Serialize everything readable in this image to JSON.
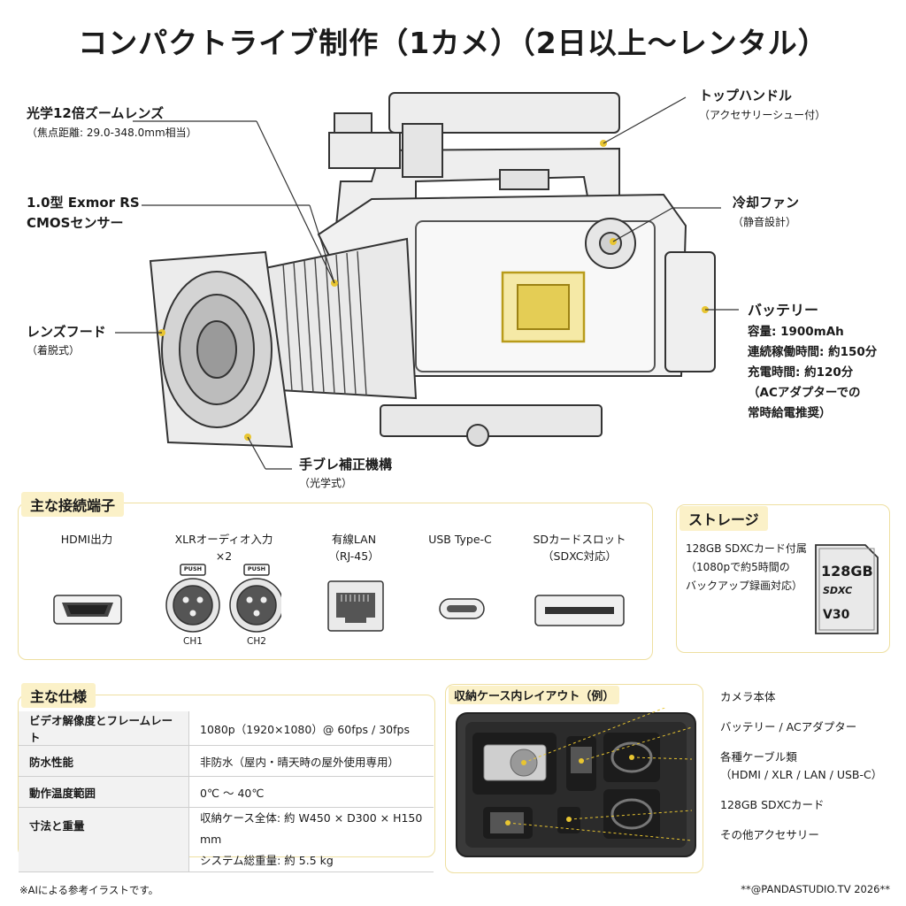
{
  "title": "コンパクトライブ制作（1カメ）（2日以上〜レンタル）",
  "callouts": {
    "zoom_lens": {
      "title": "光学12倍ズームレンズ",
      "sub": "（焦点距離: 29.0-348.0mm相当）"
    },
    "sensor": {
      "line1": "1.0型 Exmor RS",
      "line2": "CMOSセンサー"
    },
    "hood": {
      "title": "レンズフード",
      "sub": "（着脱式）"
    },
    "stabilizer": {
      "title": "手ブレ補正機構",
      "sub": "（光学式）"
    },
    "top_handle": {
      "title": "トップハンドル",
      "sub": "（アクセサリーシュー付）"
    },
    "fan": {
      "title": "冷却ファン",
      "sub": "（静音設計）"
    },
    "battery": {
      "title": "バッテリー",
      "lines": [
        "容量: 1900mAh",
        "連続稼働時間: 約150分",
        "充電時間: 約120分",
        "（ACアダプターでの",
        "常時給電推奨）"
      ]
    }
  },
  "ports": {
    "heading": "主な接続端子",
    "items": [
      {
        "line1": "HDMI出力",
        "line2": ""
      },
      {
        "line1": "XLRオーディオ入力",
        "line2": "×2"
      },
      {
        "line1": "有線LAN",
        "line2": "（RJ-45）"
      },
      {
        "line1": "USB Type-C",
        "line2": ""
      },
      {
        "line1": "SDカードスロット",
        "line2": "（SDXC対応）"
      }
    ],
    "xlr_push": "PUSH",
    "ch1": "CH1",
    "ch2": "CH2"
  },
  "storage": {
    "heading": "ストレージ",
    "lines": [
      "128GB SDXCカード付属",
      "（1080pで約5時間の",
      "バックアップ録画対応）"
    ],
    "card": {
      "capacity": "128GB",
      "logo": "SDXC",
      "class": "V30"
    }
  },
  "specs": {
    "heading": "主な仕様",
    "rows": [
      {
        "key": "ビデオ解像度とフレームレート",
        "value": "1080p（1920×1080）@ 60fps / 30fps"
      },
      {
        "key": "防水性能",
        "value": "非防水（屋内・晴天時の屋外使用専用）"
      },
      {
        "key": "動作温度範囲",
        "value": "0℃ 〜 40℃"
      },
      {
        "key": "寸法と重量",
        "value": "収納ケース全体: 約 W450 × D300 × H150 mm",
        "value2": "システム総重量: 約 5.5 kg"
      }
    ]
  },
  "case": {
    "heading": "収納ケース内レイアウト（例）",
    "items": [
      "カメラ本体",
      "バッテリー / ACアダプター",
      "各種ケーブル類",
      "（HDMI / XLR / LAN / USB-C）",
      "128GB SDXCカード",
      "その他アクセサリー"
    ]
  },
  "footer": {
    "left": "※AIによる参考イラストです。",
    "right": "**@PANDASTUDIO.TV 2026**"
  },
  "colors": {
    "accent": "#e8c531",
    "tag_bg": "#fbf1c8",
    "panel_border": "#eedfa0"
  }
}
